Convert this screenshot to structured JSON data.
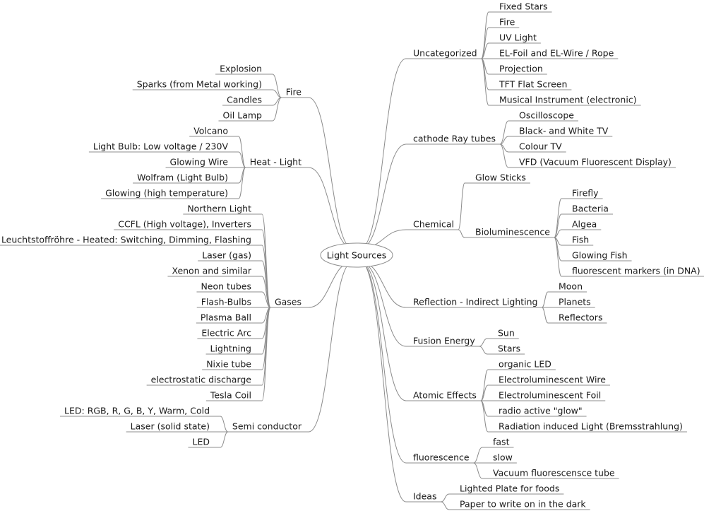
{
  "root": "Light Sources",
  "right": [
    {
      "label": "Uncategorized",
      "children": [
        "Fixed Stars",
        "Fire",
        "UV Light",
        "EL-Foil and EL-Wire / Rope",
        "Projection",
        "TFT Flat Screen",
        "Musical Instrument (electronic)"
      ]
    },
    {
      "label": "cathode Ray tubes",
      "children": [
        "Oscilloscope",
        "Black- and White TV",
        "Colour TV",
        "VFD (Vacuum Fluorescent Display)"
      ]
    },
    {
      "label": "Chemical",
      "children": [
        {
          "label": "Glow Sticks"
        },
        {
          "label": "Bioluminescence",
          "children": [
            "Firefly",
            "Bacteria",
            "Algea",
            "Fish",
            "Glowing Fish",
            "fluorescent markers (in DNA)"
          ]
        }
      ]
    },
    {
      "label": "Reflection - Indirect Lighting",
      "children": [
        "Moon",
        "Planets",
        "Reflectors"
      ]
    },
    {
      "label": "Fusion Energy",
      "children": [
        "Sun",
        "Stars"
      ]
    },
    {
      "label": "Atomic Effects",
      "children": [
        "organic LED",
        "Electroluminescent Wire",
        "Electroluminescent Foil",
        "radio active \"glow\"",
        "Radiation induced Light (Bremsstrahlung)"
      ]
    },
    {
      "label": "fluorescence",
      "children": [
        "fast",
        "slow",
        "Vacuum fluorescensce tube"
      ]
    },
    {
      "label": "Ideas",
      "children": [
        "Lighted Plate for foods",
        "Paper to write on in the dark"
      ]
    }
  ],
  "left": [
    {
      "label": "Fire",
      "children": [
        "Explosion",
        "Sparks (from Metal working)",
        "Candles",
        "Oil Lamp"
      ]
    },
    {
      "label": "Heat - Light",
      "children": [
        "Volcano",
        "Light Bulb: Low voltage / 230V",
        "Glowing Wire",
        "Wolfram (Light Bulb)",
        "Glowing (high temperature)"
      ]
    },
    {
      "label": "Gases",
      "children": [
        "Northern Light",
        "CCFL (High voltage), Inverters",
        "Leuchtstoffröhre - Heated: Switching, Dimming, Flashing",
        "Laser (gas)",
        "Xenon and similar",
        "Neon tubes",
        "Flash-Bulbs",
        "Plasma Ball",
        "Electric Arc",
        "Lightning",
        "Nixie tube",
        "electrostatic discharge",
        "Tesla Coil"
      ]
    },
    {
      "label": "Semi conductor",
      "children": [
        "LED: RGB, R, G, B, Y, Warm, Cold",
        "Laser (solid state)",
        "LED"
      ]
    }
  ]
}
